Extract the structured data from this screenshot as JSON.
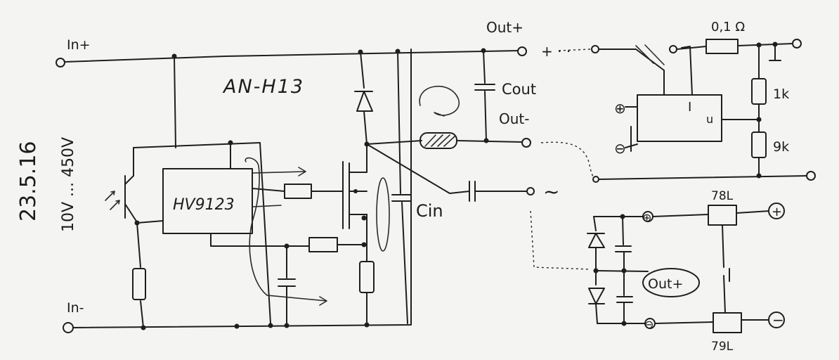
{
  "date": "23.5.16",
  "voltage_range": "10V ... 450V",
  "title": "AN-H13",
  "ic_label": "HV9123",
  "labels": {
    "in_plus": "In+",
    "in_minus": "In-",
    "out_plus_top": "Out+",
    "out_minus": "Out-",
    "c_out": "Cout",
    "c_in": "Cin",
    "tilde": "~",
    "plus_dots": "+ · ·",
    "shunt": "0,1 Ω",
    "r_1k": "1k",
    "r_9k": "9k",
    "meter_i": "I",
    "meter_u": "u",
    "meter_plus": "⊕",
    "meter_minus": "⊖",
    "reg_78": "78L",
    "reg_79": "79L",
    "plus_term": "+",
    "minus_term": "−",
    "circ_plus": "⊕",
    "circ_minus": "⊖",
    "out_plus_box": "Out+"
  }
}
